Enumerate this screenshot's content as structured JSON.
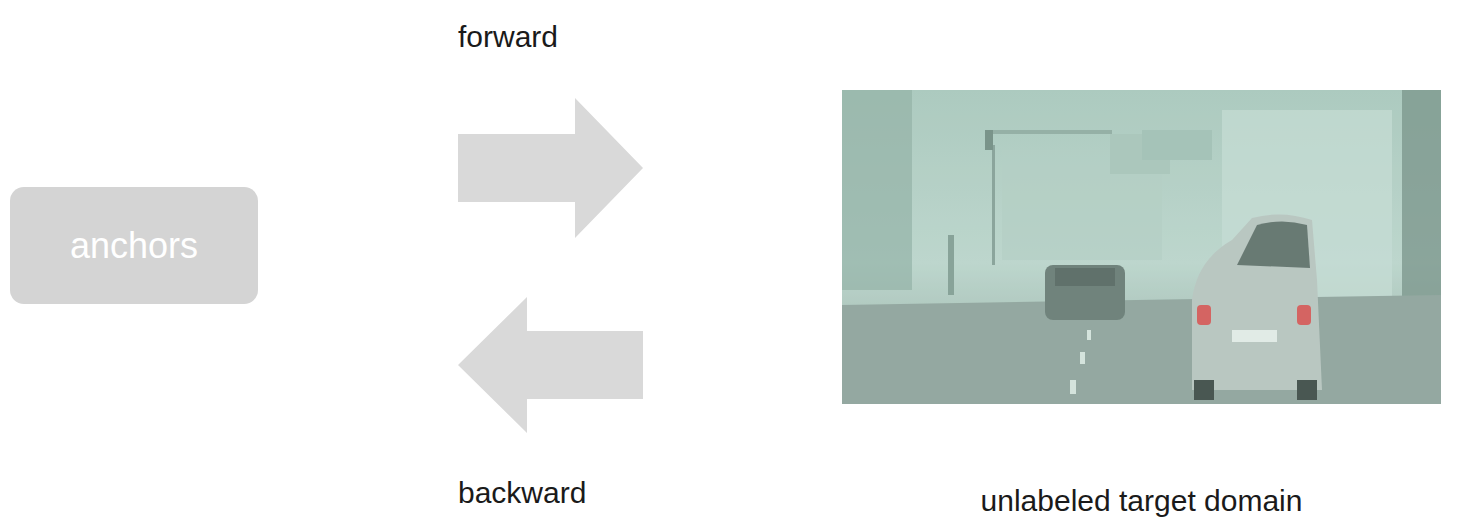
{
  "diagram": {
    "nodes": [
      {
        "text": [
          "anchors"
        ]
      },
      {
        "text": [
          "unlabeled target domain"
        ]
      }
    ],
    "edges": [
      {
        "from": 0,
        "to": 1,
        "arrow": "to",
        "label": "forward"
      },
      {
        "from": 1,
        "to": 0,
        "arrow": "to",
        "label": "backward"
      }
    ]
  }
}
